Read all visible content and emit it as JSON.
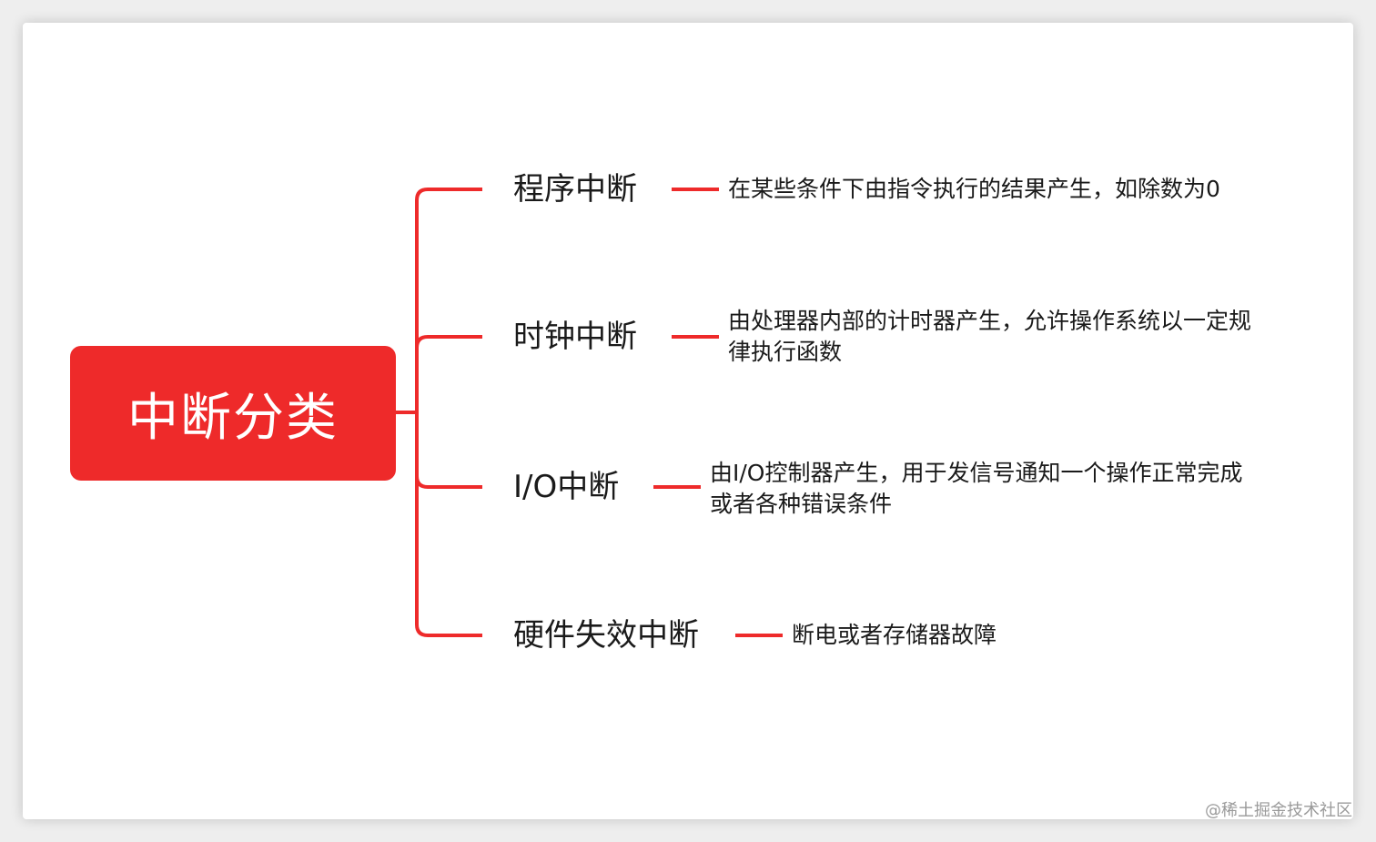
{
  "root": {
    "label": "中断分类"
  },
  "branches": [
    {
      "label": "程序中断",
      "description": "在某些条件下由指令执行的结果产生，如除数为0"
    },
    {
      "label": "时钟中断",
      "description": "由处理器内部的计时器产生，允许操作系统以一定规律执行函数"
    },
    {
      "label": "I/O中断",
      "description": "由I/O控制器产生，用于发信号通知一个操作正常完成或者各种错误条件"
    },
    {
      "label": "硬件失效中断",
      "description": "断电或者存储器故障"
    }
  ],
  "watermark": "@稀土掘金技术社区",
  "colors": {
    "accent": "#ee2a2a",
    "text": "#1a1a1a",
    "background": "#ffffff"
  }
}
